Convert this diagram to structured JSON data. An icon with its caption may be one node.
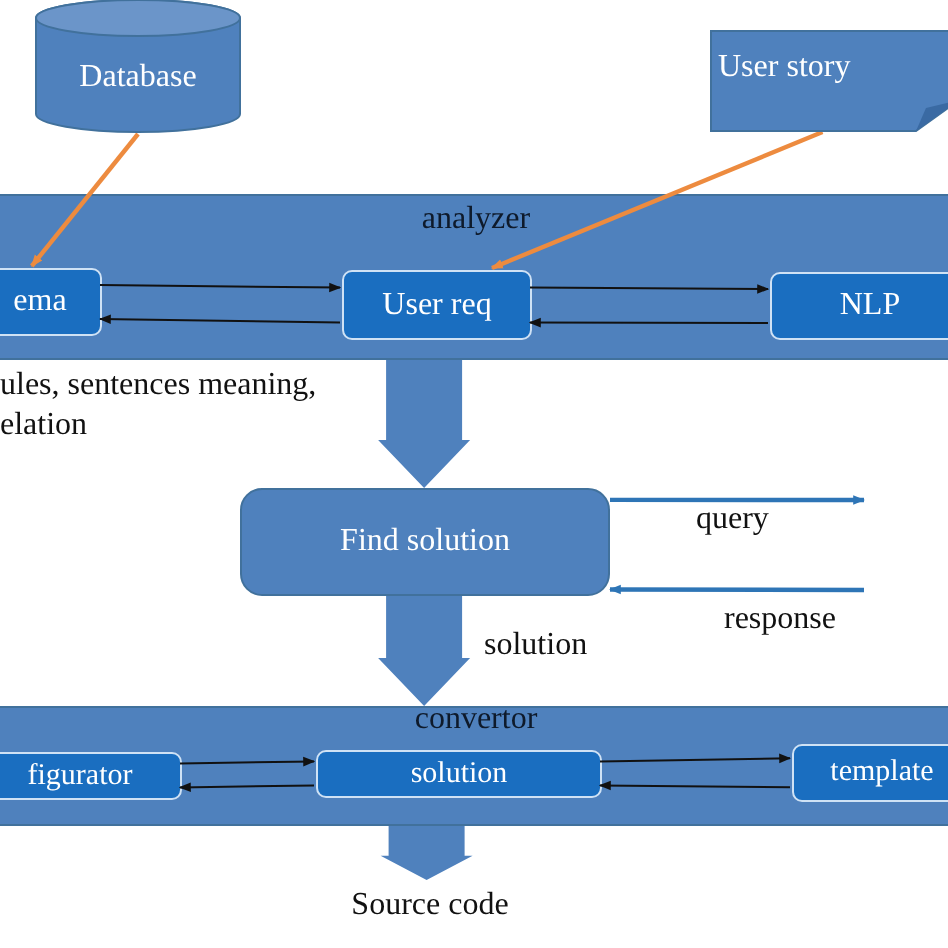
{
  "diagram": {
    "nodes": [
      {
        "text": [
          "Database"
        ]
      },
      {
        "text": [
          "User story"
        ]
      },
      {
        "text": [
          "analyzer"
        ]
      },
      {
        "text": [
          "ema"
        ],
        "in": 2
      },
      {
        "text": [
          "User req"
        ],
        "in": 2
      },
      {
        "text": [
          "NLP"
        ],
        "in": 2
      },
      {
        "text": [
          "Find solution"
        ]
      },
      {
        "text": [
          "convertor"
        ]
      },
      {
        "text": [
          "figurator"
        ],
        "in": 7
      },
      {
        "text": [
          "solution"
        ],
        "in": 7
      },
      {
        "text": [
          "template"
        ],
        "in": 7
      },
      {
        "text": [
          "Source code"
        ]
      }
    ],
    "edges": [
      {
        "from": 0,
        "to": 3,
        "arrow": "to",
        "color": "#ed8b3f"
      },
      {
        "from": 1,
        "to": 4,
        "arrow": "to",
        "color": "#ed8b3f"
      },
      {
        "from": 3,
        "to": 4,
        "arrow": "to"
      },
      {
        "from": 4,
        "to": 3,
        "arrow": "to"
      },
      {
        "from": 4,
        "to": 5,
        "arrow": "to"
      },
      {
        "from": 5,
        "to": 4,
        "arrow": "to"
      },
      {
        "from": 2,
        "to": 6,
        "arrow": "to",
        "style": "thick",
        "color": "#4f81bd"
      },
      {
        "from": 6,
        "to": null,
        "arrow": "to",
        "label": "query",
        "color": "#2e75b6"
      },
      {
        "from": null,
        "to": 6,
        "arrow": "to",
        "label": "response",
        "color": "#2e75b6"
      },
      {
        "from": 6,
        "to": 7,
        "arrow": "to",
        "label": "solution",
        "style": "thick",
        "color": "#4f81bd"
      },
      {
        "from": 8,
        "to": 9,
        "arrow": "to"
      },
      {
        "from": 9,
        "to": 8,
        "arrow": "to"
      },
      {
        "from": 9,
        "to": 10,
        "arrow": "to"
      },
      {
        "from": 10,
        "to": 9,
        "arrow": "to"
      },
      {
        "from": 7,
        "to": 11,
        "arrow": "to",
        "style": "thick",
        "color": "#4f81bd"
      }
    ],
    "labels": [
      "ules, sentences meaning, elation"
    ]
  }
}
